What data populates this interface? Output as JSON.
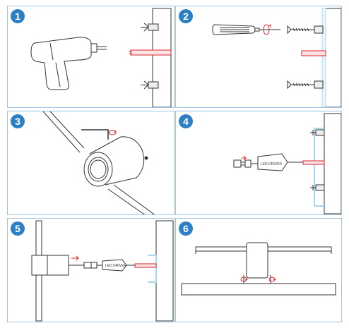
{
  "steps": [
    {
      "number": "1"
    },
    {
      "number": "2"
    },
    {
      "number": "3"
    },
    {
      "number": "4"
    },
    {
      "number": "5"
    },
    {
      "number": "6"
    }
  ],
  "labels": {
    "driver_step4": "LED DRIVER",
    "driver_step5": "LED DRIVER"
  },
  "colors": {
    "badge": "#2d7fc4",
    "panel_border": "#9fc3e3",
    "cable_red": "#d9262b",
    "wall_highlight": "#a8d8ef",
    "line": "#333333"
  }
}
